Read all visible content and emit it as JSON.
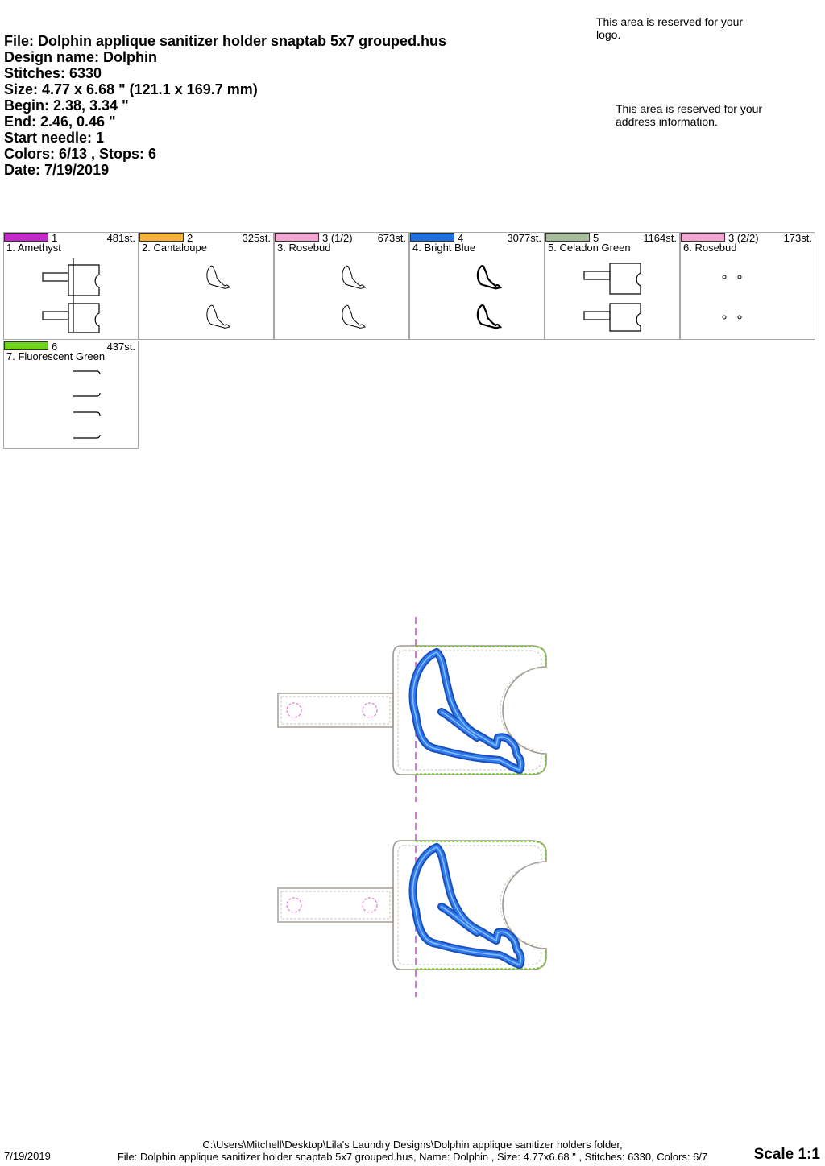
{
  "header": {
    "file": "File: Dolphin applique sanitizer holder snaptab 5x7 grouped.hus",
    "design_name": "Design name: Dolphin",
    "stitches": "Stitches: 6330",
    "size": "Size: 4.77 x 6.68 \" (121.1 x 169.7 mm)",
    "begin": "Begin: 2.38, 3.34 \"",
    "end": "End: 2.46, 0.46 \"",
    "start_needle": "Start needle: 1",
    "colors_stops": "Colors: 6/13 , Stops: 6",
    "date": "Date: 7/19/2019"
  },
  "logo_note": "This area is reserved for your logo.",
  "address_note": "This area is reserved for your address information.",
  "color_stops": [
    {
      "needle": "1",
      "stitches": "481st.",
      "name": "1. Amethyst",
      "color": "#c22bc8",
      "icon": "tab-outline"
    },
    {
      "needle": "2",
      "stitches": "325st.",
      "name": "2. Cantaloupe",
      "color": "#f7b23a",
      "icon": "dolphin-outline"
    },
    {
      "needle": "3 (1/2)",
      "stitches": "673st.",
      "name": "3. Rosebud",
      "color": "#f4a6d2",
      "icon": "dolphin-outline"
    },
    {
      "needle": "4",
      "stitches": "3077st.",
      "name": "4. Bright Blue",
      "color": "#1f6fe0",
      "icon": "dolphin-bold"
    },
    {
      "needle": "5",
      "stitches": "1164st.",
      "name": "5. Celadon Green",
      "color": "#a7bc9c",
      "icon": "tab-outline"
    },
    {
      "needle": "3 (2/2)",
      "stitches": "173st.",
      "name": "6. Rosebud",
      "color": "#f4a6d2",
      "icon": "snap-dots"
    },
    {
      "needle": "6",
      "stitches": "437st.",
      "name": "7. Fluorescent Green",
      "color": "#6fd21a",
      "icon": "edge-lines"
    }
  ],
  "footer": {
    "date": "7/19/2019",
    "path_line1": "C:\\Users\\Mitchell\\Desktop\\Lila's Laundry Designs\\Dolphin applique sanitizer holders folder,",
    "path_line2": "File: Dolphin applique sanitizer holder snaptab 5x7 grouped.hus, Name: Dolphin , Size: 4.77x6.68 \" , Stitches: 6330, Colors: 6/7",
    "scale": "Scale 1:1"
  }
}
